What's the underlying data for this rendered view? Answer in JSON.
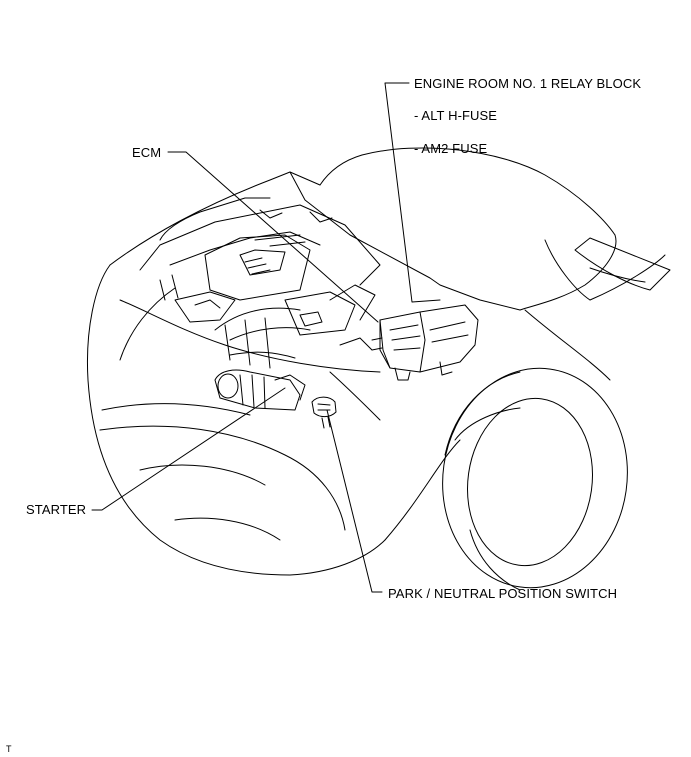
{
  "callouts": {
    "engine_room_relay_block": "ENGINE ROOM NO. 1 RELAY BLOCK",
    "alt_h_fuse": "- ALT H-FUSE",
    "am2_fuse": "- AM2 FUSE",
    "ecm": "ECM",
    "starter": "STARTER",
    "park_neutral_switch": "PARK / NEUTRAL POSITION SWITCH"
  },
  "figure_code": "T"
}
